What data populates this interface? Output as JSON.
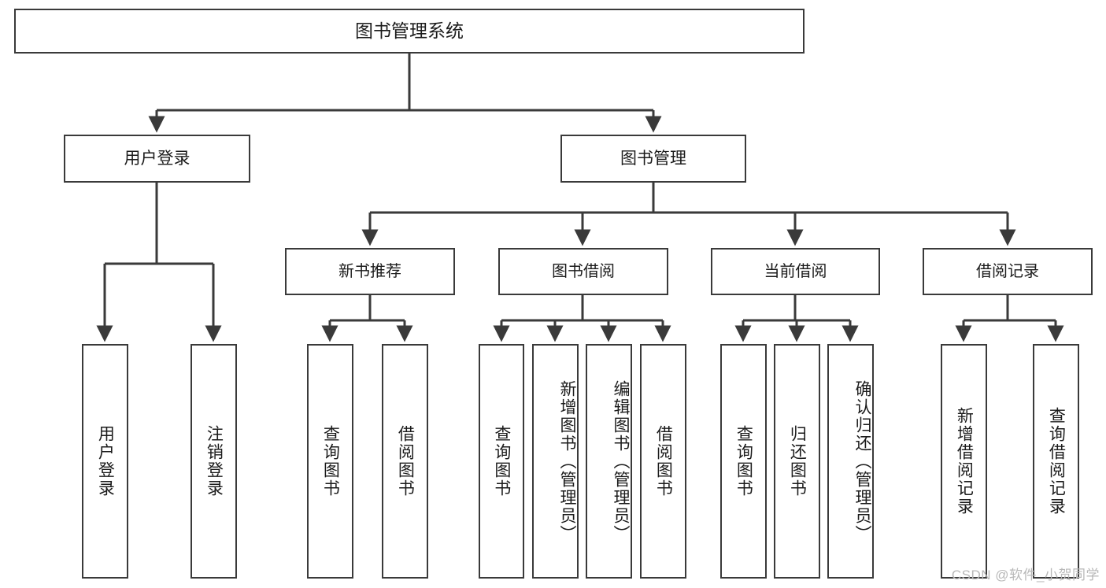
{
  "diagram": {
    "title": "图书管理系统",
    "type": "tree-hierarchy-diagram",
    "watermark": "CSDN @软件_小贺同学",
    "colors": {
      "box_border": "#3a3a3a",
      "box_fill": "#ffffff",
      "text": "#1b1b1b",
      "connector": "#3a3a3a",
      "watermark": "#b8b8b8",
      "background": "#ffffff"
    },
    "root": {
      "label": "图书管理系统"
    },
    "level2": [
      {
        "label": "用户登录"
      },
      {
        "label": "图书管理"
      }
    ],
    "level3": [
      {
        "label": "新书推荐"
      },
      {
        "label": "图书借阅"
      },
      {
        "label": "当前借阅"
      },
      {
        "label": "借阅记录"
      }
    ],
    "leaves": {
      "user_login": [
        {
          "label": "用户登录"
        },
        {
          "label": "注销登录"
        }
      ],
      "new_book_recommend": [
        {
          "label": "查询图书"
        },
        {
          "label": "借阅图书"
        }
      ],
      "book_borrow": [
        {
          "label": "查询图书"
        },
        {
          "label": "新增图书（管理员）"
        },
        {
          "label": "编辑图书（管理员）"
        },
        {
          "label": "借阅图书"
        }
      ],
      "current_borrow": [
        {
          "label": "查询图书"
        },
        {
          "label": "归还图书"
        },
        {
          "label": "确认归还（管理员）"
        }
      ],
      "borrow_record": [
        {
          "label": "新增借阅记录"
        },
        {
          "label": "查询借阅记录"
        }
      ]
    }
  }
}
